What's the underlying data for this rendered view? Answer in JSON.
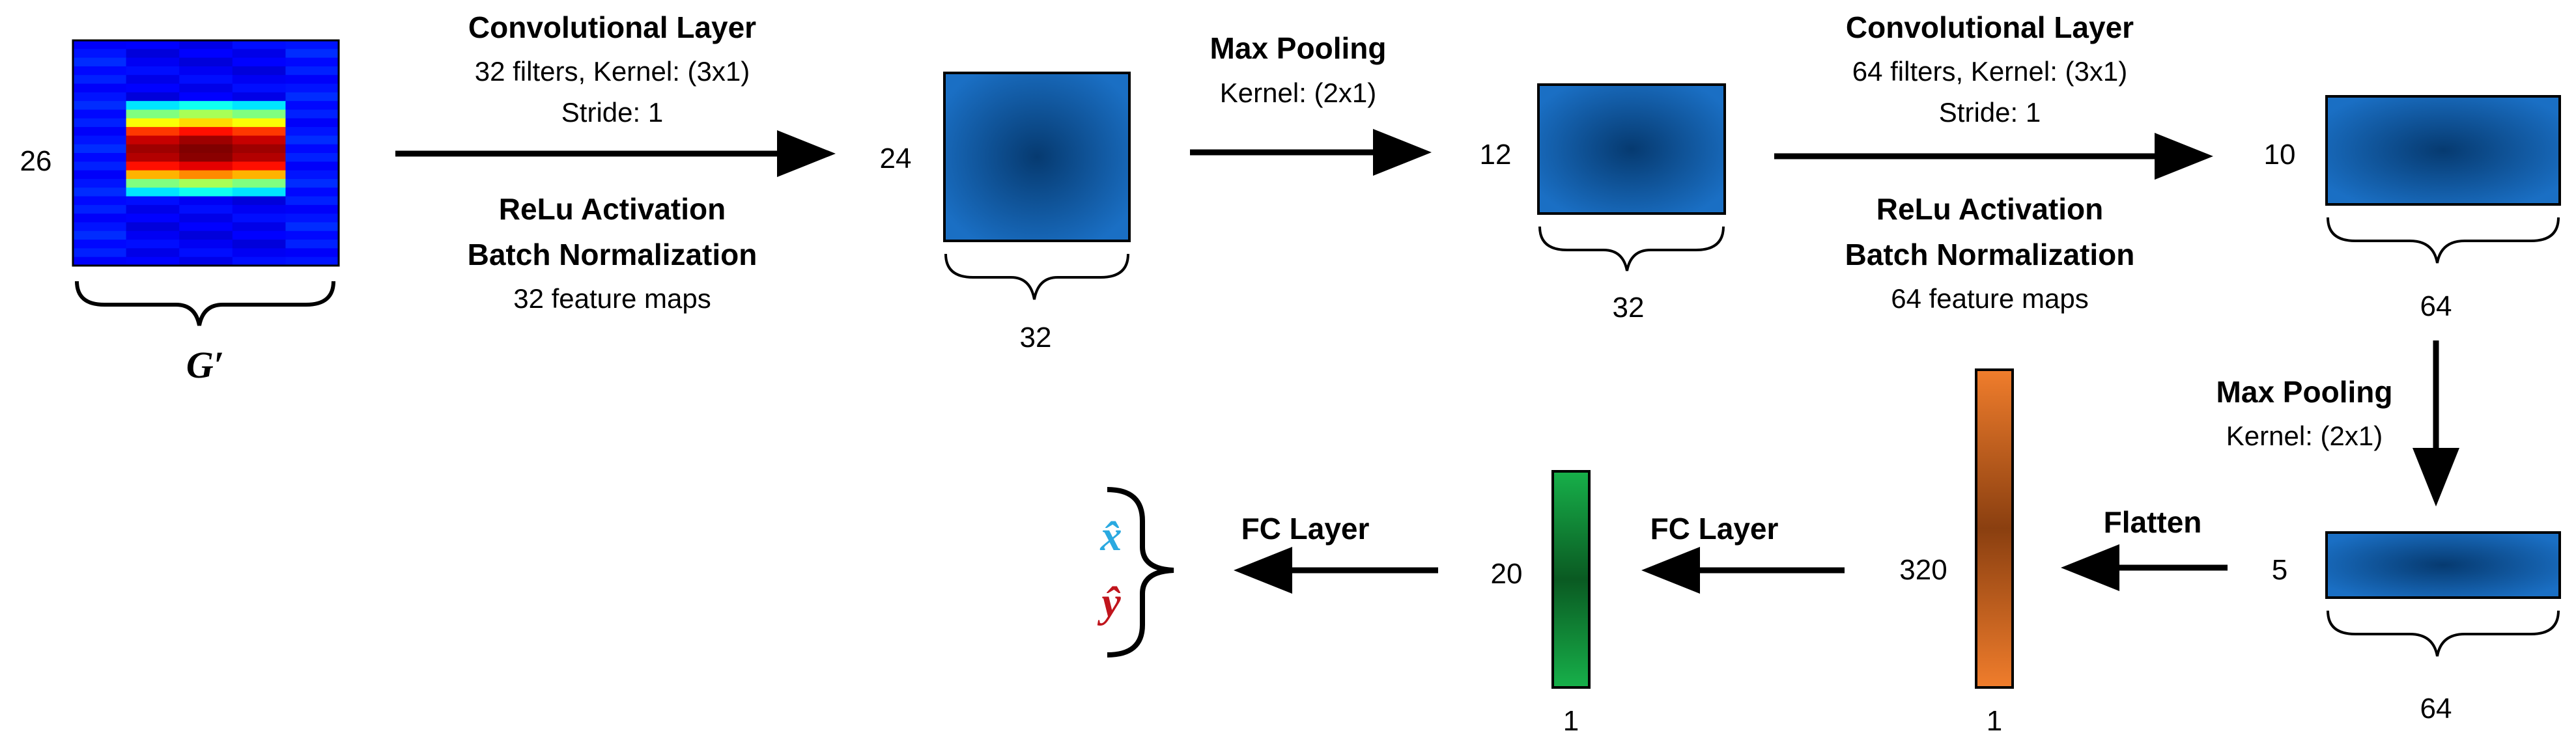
{
  "colors": {
    "feature_map": "#1a6fc4",
    "feature_map_center": "#063a70",
    "fc_orange": "#f07d2c",
    "fc_orange_center": "#8a3f10",
    "fc_green": "#17b04a",
    "fc_green_center": "#0a5a22",
    "output_x": "#2aa9e0",
    "output_y": "#c0141c",
    "arrow": "#000000"
  },
  "input": {
    "height_label": "26",
    "name": "G′",
    "heatmap": {
      "rows": 26,
      "cols": 5,
      "active_rows": [
        7,
        8,
        9,
        10,
        11,
        12,
        13,
        14,
        15,
        16
      ],
      "active_cols": [
        1,
        2,
        3
      ],
      "row_levels": [
        0.35,
        0.5,
        0.62,
        0.82,
        0.93,
        0.97,
        0.95,
        0.86,
        0.7,
        0.5,
        0.35
      ]
    }
  },
  "stage1": {
    "title": "Convolutional Layer",
    "line1": "32 filters, Kernel: (3x1)",
    "line2": "Stride: 1",
    "title2": "ReLu Activation",
    "title3": "Batch Normalization",
    "line3": "32 feature maps"
  },
  "map1": {
    "height_label": "24",
    "width_label": "32"
  },
  "stage2": {
    "title": "Max Pooling",
    "line1": "Kernel: (2x1)"
  },
  "map2": {
    "height_label": "12",
    "width_label": "32"
  },
  "stage3": {
    "title": "Convolutional Layer",
    "line1": "64 filters, Kernel: (3x1)",
    "line2": "Stride: 1",
    "title2": "ReLu Activation",
    "title3": "Batch Normalization",
    "line3": "64 feature maps"
  },
  "map3": {
    "height_label": "10",
    "width_label": "64"
  },
  "stage4": {
    "title": "Max Pooling",
    "line1": "Kernel: (2x1)"
  },
  "map4": {
    "height_label": "5",
    "width_label": "64"
  },
  "stage5": {
    "title": "Flatten"
  },
  "vec1": {
    "height_label": "320",
    "width_label": "1"
  },
  "stage6": {
    "title": "FC Layer"
  },
  "vec2": {
    "height_label": "20",
    "width_label": "1"
  },
  "stage7": {
    "title": "FC Layer"
  },
  "outputs": {
    "x": "x̂",
    "y": "ŷ"
  }
}
